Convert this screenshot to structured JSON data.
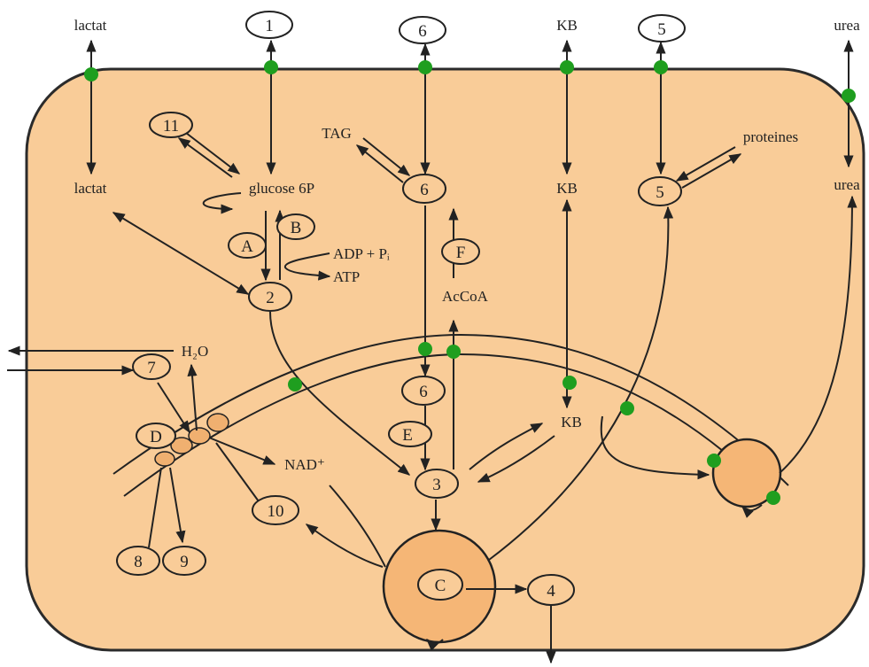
{
  "colors": {
    "cell_fill": "#f9cc98",
    "cell_stroke": "#2b2b2b",
    "mitochondrion_fill": "#f5b676",
    "transporter": "#1f9e1f",
    "complex_fill": "#f0b070"
  },
  "labels": {
    "lactat_out": "lactat",
    "lactat_in": "lactat",
    "kb_out": "KB",
    "kb_in": "KB",
    "kb_mito": "KB",
    "urea_out": "urea",
    "urea_in": "urea",
    "tag": "TAG",
    "proteines": "proteines",
    "glucose6p": "glucose 6P",
    "adp_pi": "ADP + Pᵢ",
    "atp": "ATP",
    "acoa": "AcCoA",
    "h2o": "H₂O",
    "nad": "NAD⁺"
  },
  "nodes": {
    "n1": "1",
    "n6_top": "6",
    "n5_top": "5",
    "n11": "11",
    "n6_mid": "6",
    "n5_mid": "5",
    "nA": "A",
    "nB": "B",
    "nF": "F",
    "n2": "2",
    "n7": "7",
    "nD": "D",
    "n6_low": "6",
    "nE": "E",
    "n3": "3",
    "n10": "10",
    "n8": "8",
    "n9": "9",
    "nC": "C",
    "n4": "4"
  }
}
